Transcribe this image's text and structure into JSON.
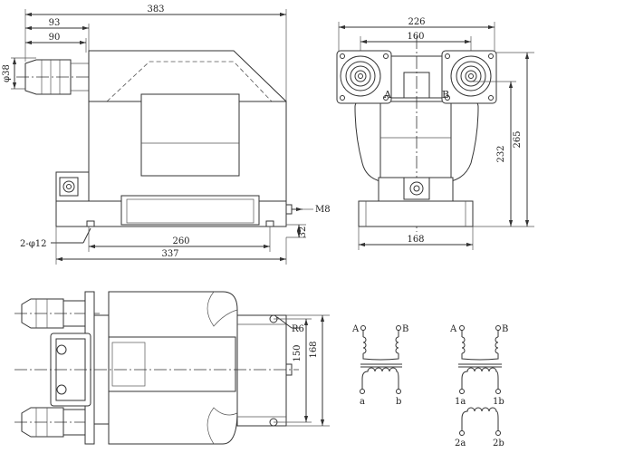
{
  "front_view": {
    "dims": {
      "overall_length": "383",
      "bushing_93": "93",
      "bushing_90": "90",
      "diameter_38": "φ38",
      "holes": "2-φ12",
      "hole_pitch": "260",
      "base_length": "337",
      "bolt": "M8",
      "height_small": "32"
    }
  },
  "side_view": {
    "dims": {
      "width": "226",
      "terminal_spacing": "160",
      "height_inner": "232",
      "height_total": "265",
      "base_width": "168"
    },
    "terminal_a": "A",
    "terminal_b": "B"
  },
  "top_view": {
    "dims": {
      "radius": "R6",
      "width_150": "150",
      "width_168": "168"
    }
  },
  "wiring_1": {
    "primary_a": "A",
    "primary_b": "B",
    "secondary_a": "a",
    "secondary_b": "b"
  },
  "wiring_2": {
    "primary_a": "A",
    "primary_b": "B",
    "sec1_a": "1a",
    "sec1_b": "1b",
    "sec2_a": "2a",
    "sec2_b": "2b"
  }
}
